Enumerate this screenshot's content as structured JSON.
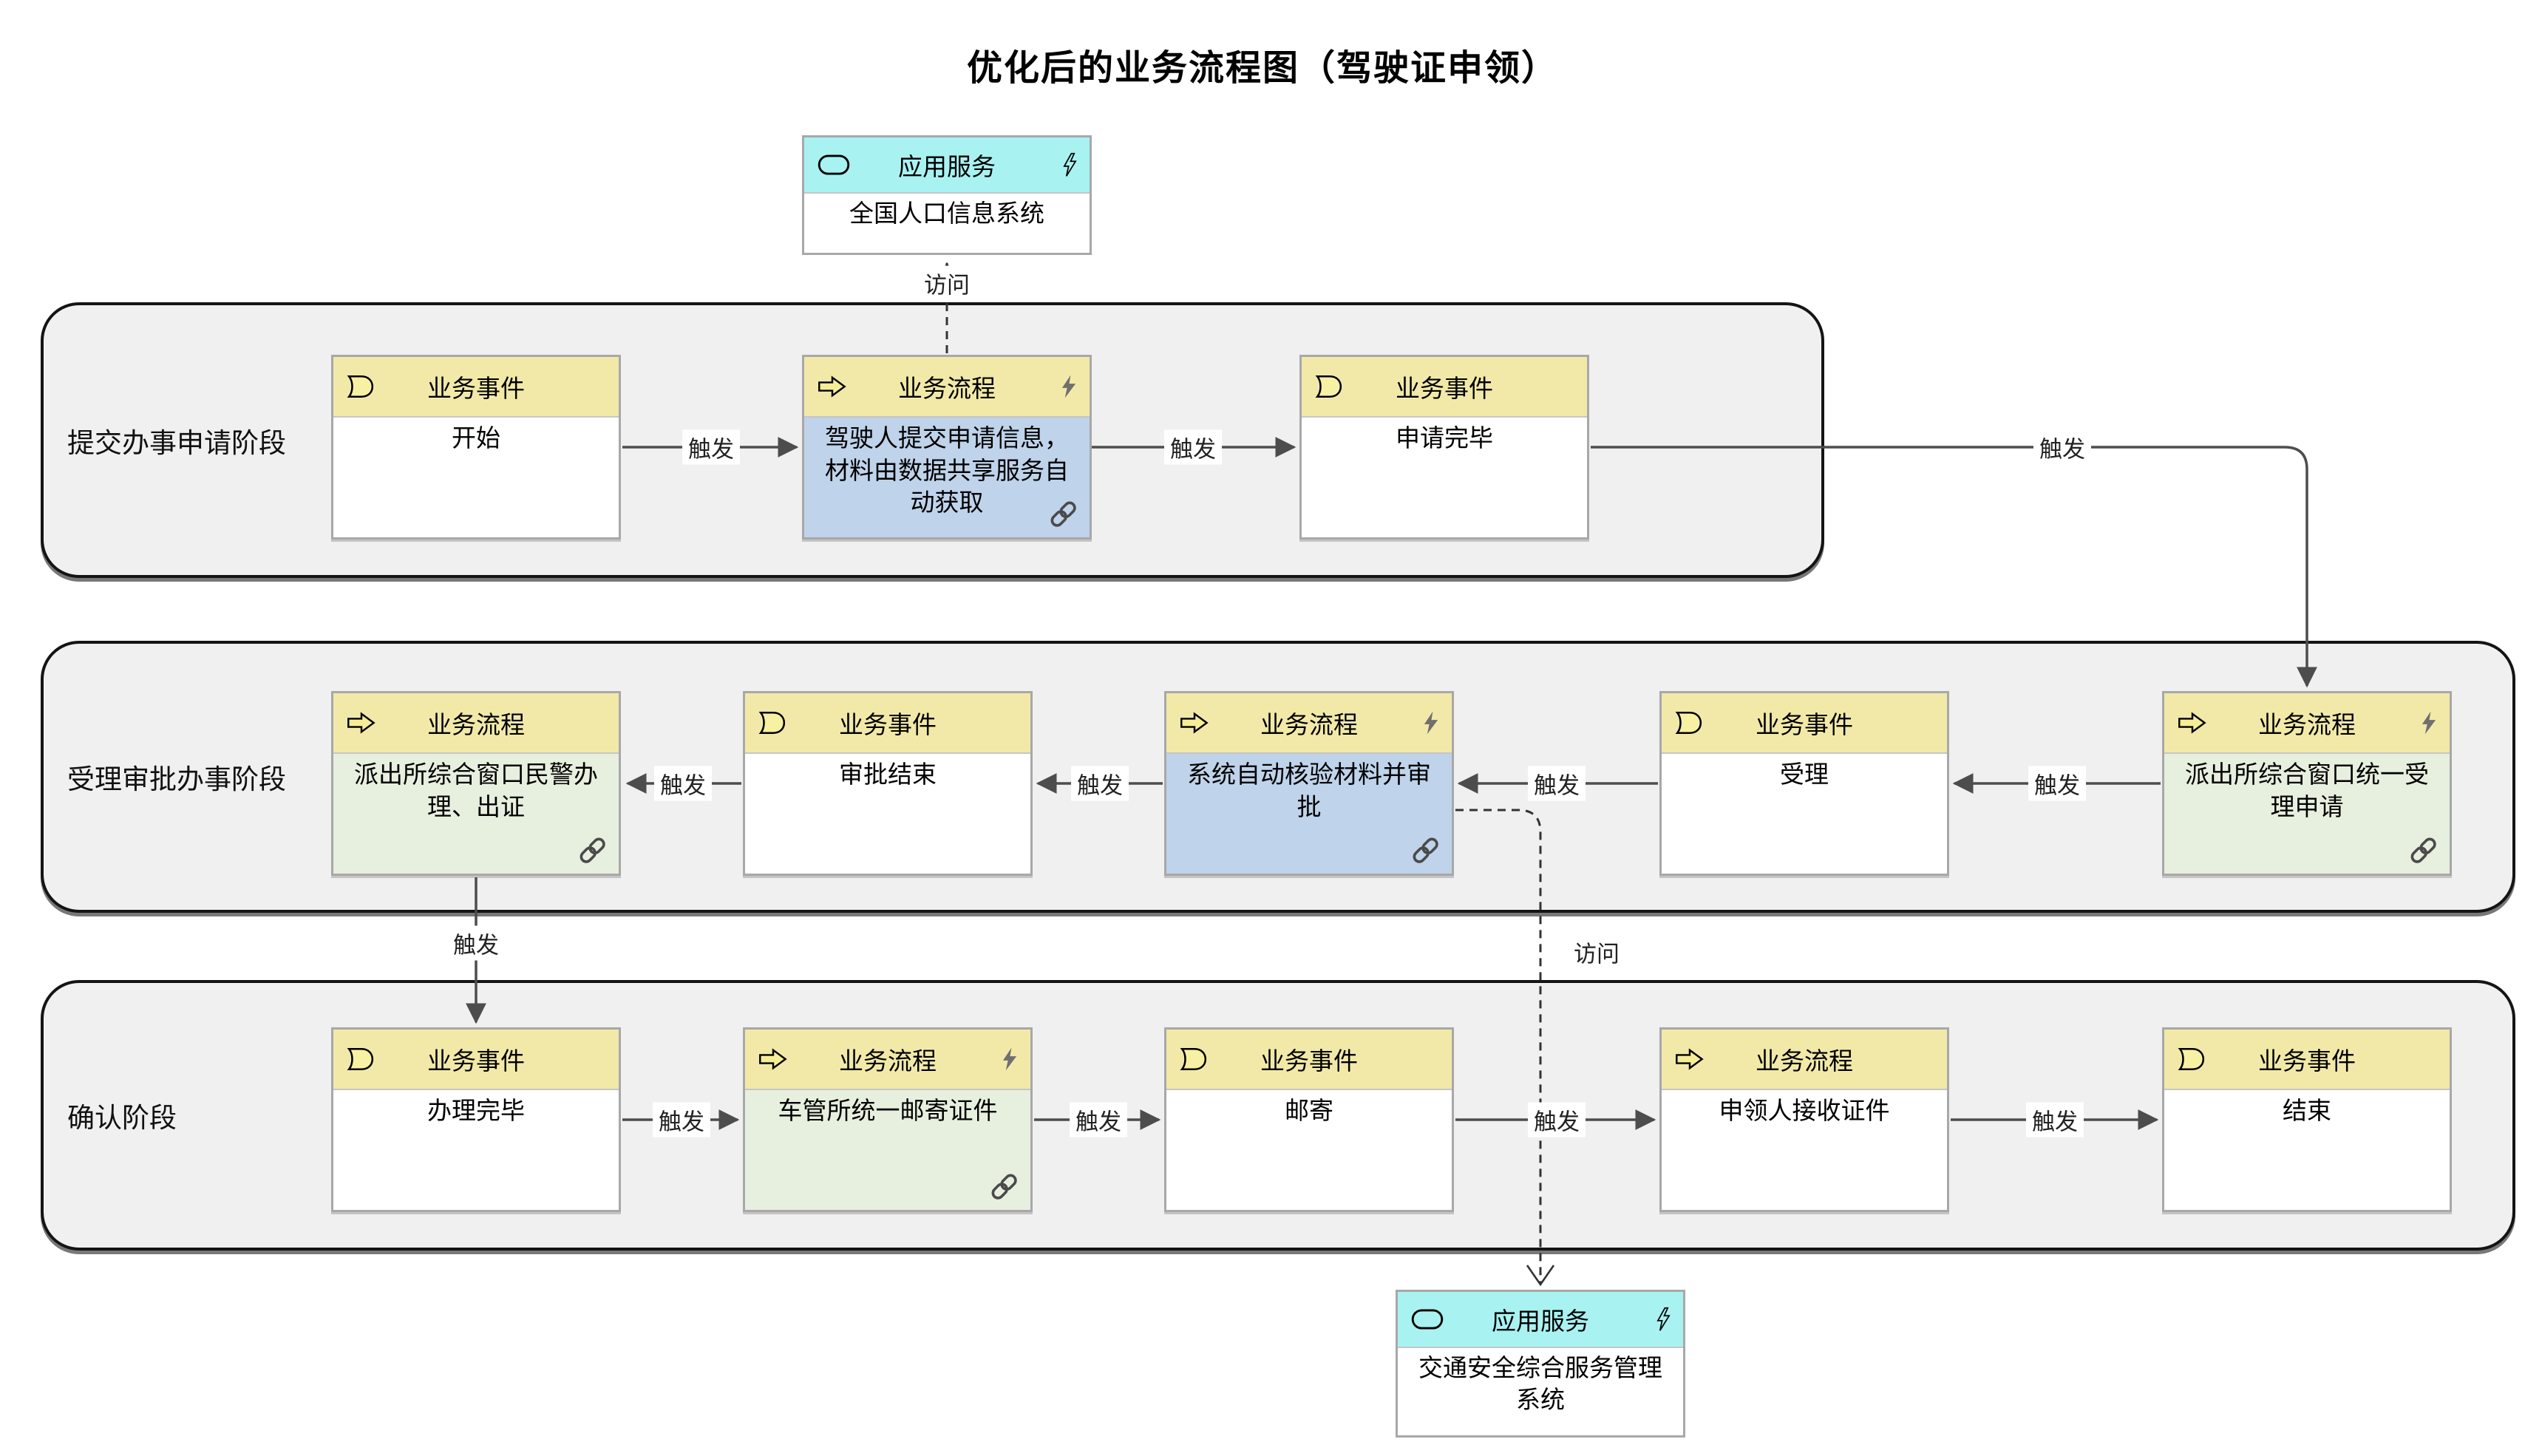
{
  "title": "优化后的业务流程图（驾驶证申领）",
  "type_labels": {
    "event": "业务事件",
    "process": "业务流程",
    "app_service": "应用服务"
  },
  "edge_labels": {
    "trigger": "触发",
    "access": "访问"
  },
  "app_services": {
    "top": {
      "name": "全国人口信息系统"
    },
    "bottom": {
      "name": "交通安全综合服务管理系统"
    }
  },
  "lanes": [
    {
      "label": "提交办事申请阶段",
      "nodes": [
        {
          "type": "event",
          "name": "开始",
          "body_style": "white",
          "lightning": false,
          "link": false
        },
        {
          "type": "process",
          "name": "驾驶人提交申请信息，材料由数据共享服务自动获取",
          "body_style": "blue",
          "lightning": true,
          "link": true
        },
        {
          "type": "event",
          "name": "申请完毕",
          "body_style": "white",
          "lightning": false,
          "link": false
        }
      ]
    },
    {
      "label": "受理审批办事阶段",
      "nodes": [
        {
          "type": "process",
          "name": "派出所综合窗口民警办理、出证",
          "body_style": "green",
          "lightning": false,
          "link": true
        },
        {
          "type": "event",
          "name": "审批结束",
          "body_style": "white",
          "lightning": false,
          "link": false
        },
        {
          "type": "process",
          "name": "系统自动核验材料并审批",
          "body_style": "blue",
          "lightning": true,
          "link": true
        },
        {
          "type": "event",
          "name": "受理",
          "body_style": "white",
          "lightning": false,
          "link": false
        },
        {
          "type": "process",
          "name": "派出所综合窗口统一受理申请",
          "body_style": "green",
          "lightning": true,
          "link": true
        }
      ]
    },
    {
      "label": "确认阶段",
      "nodes": [
        {
          "type": "event",
          "name": "办理完毕",
          "body_style": "white",
          "lightning": false,
          "link": false
        },
        {
          "type": "process",
          "name": "车管所统一邮寄证件",
          "body_style": "green",
          "lightning": true,
          "link": true
        },
        {
          "type": "event",
          "name": "邮寄",
          "body_style": "white",
          "lightning": false,
          "link": false
        },
        {
          "type": "process",
          "name": "申领人接收证件",
          "body_style": "white",
          "lightning": false,
          "link": false
        },
        {
          "type": "event",
          "name": "结束",
          "body_style": "white",
          "lightning": false,
          "link": false
        }
      ]
    }
  ],
  "colors": {
    "header_yellow": "#f2e9a9",
    "body_blue": "#bfd3ea",
    "body_green": "#e7efdf",
    "service_cyan": "#a9f2f2",
    "lane_fill": "#f0f0f0",
    "connector": "#4d4d4d"
  }
}
